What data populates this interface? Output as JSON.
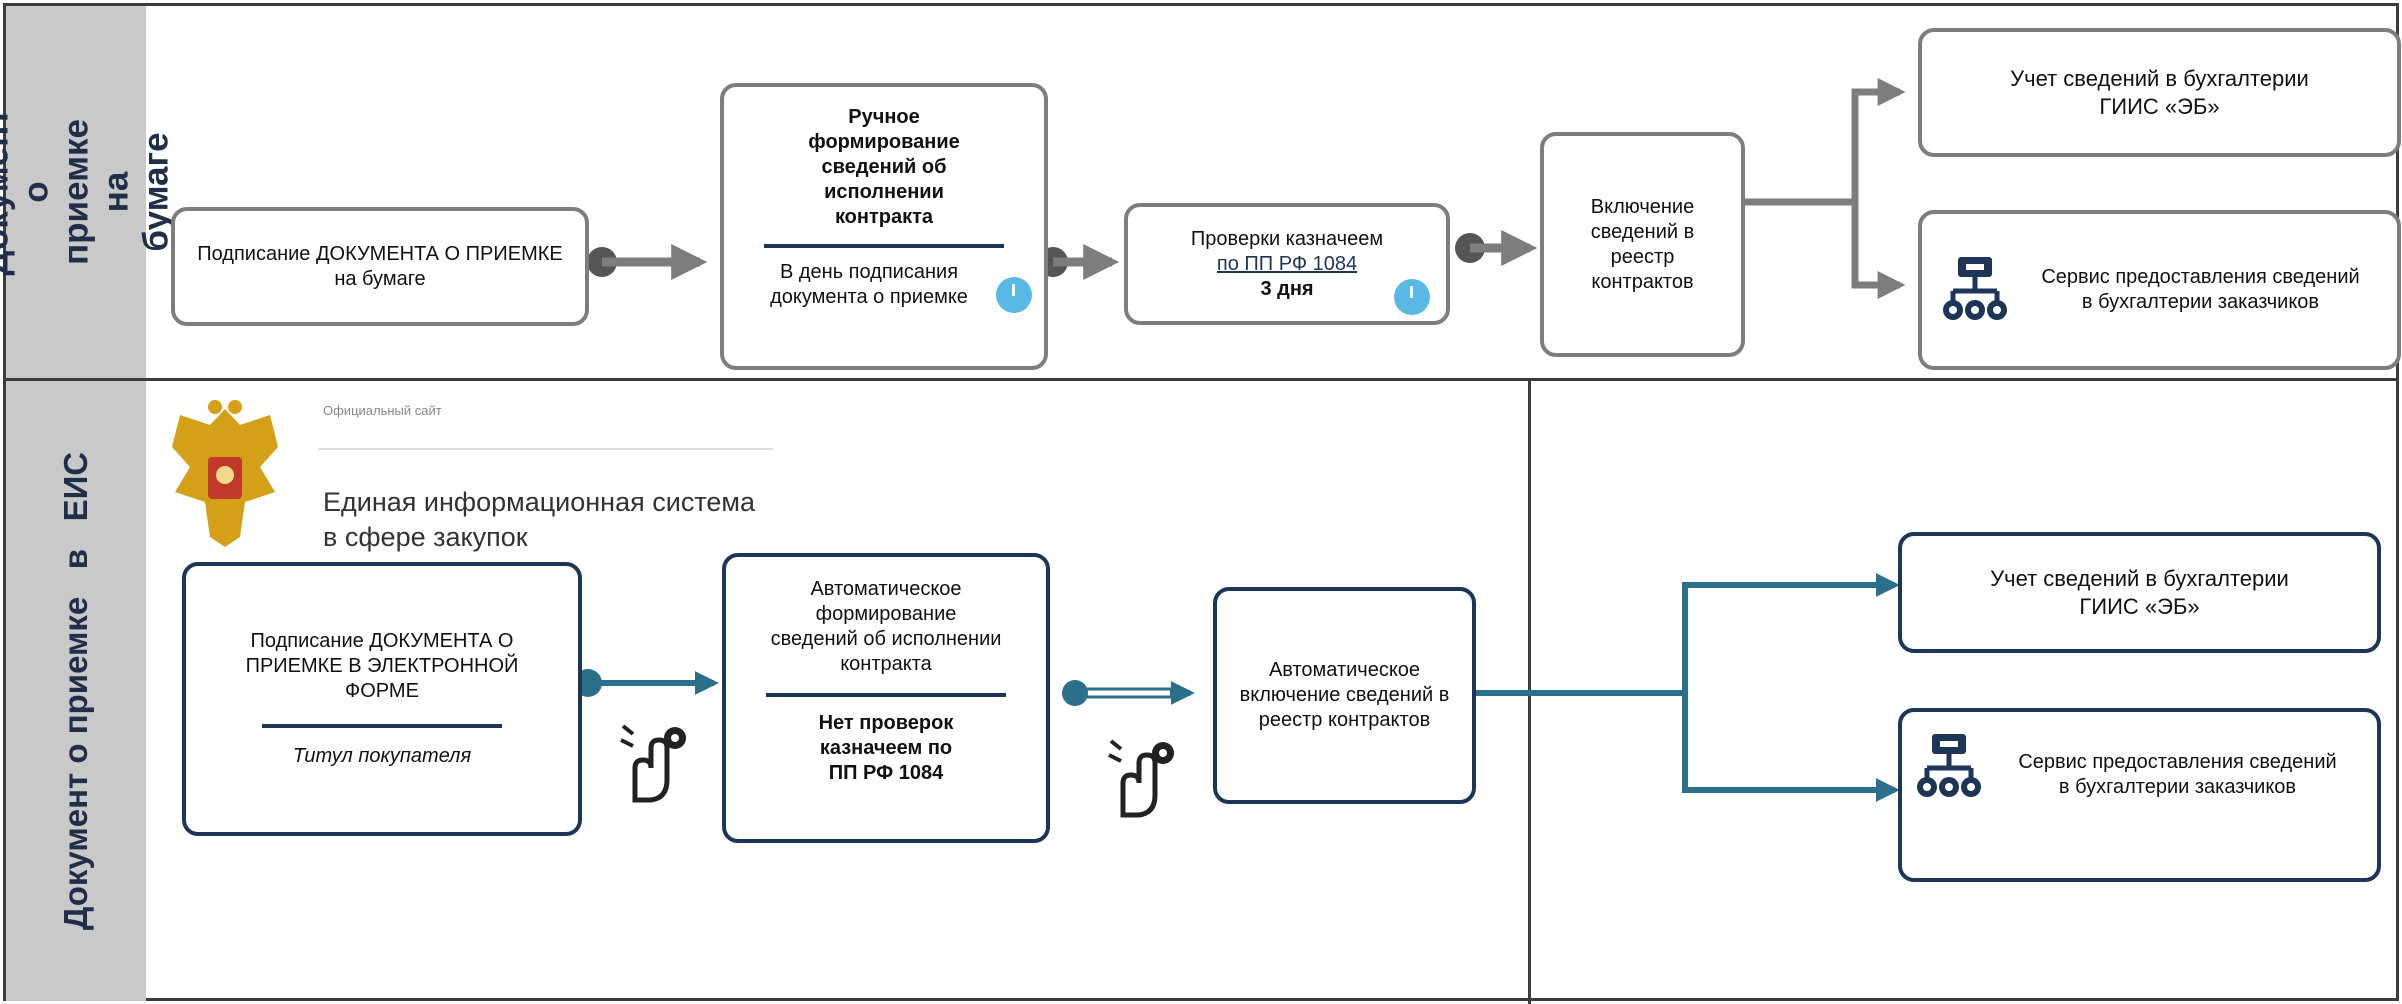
{
  "lanes": {
    "paper": "Документ о приемке на бумаге",
    "eis": "Документ о приемке   в   ЕИС"
  },
  "paper": {
    "sign": "Подписание ДОКУМЕНТА О ПРИЕМКЕ на бумаге",
    "manual": "Ручное формирование сведений об исполнении контракта",
    "manual_note": "В день подписания документа о приемке",
    "check": "Проверки казначеем",
    "check_ref": "по ПП РФ 1084",
    "check_days": "3 дня",
    "include": "Включение сведений в реестр контрактов",
    "accounting": "Учет сведений в бухгалтерии ГИИС «ЭБ»",
    "service": "Сервис предоставления сведений в бухгалтерии заказчиков"
  },
  "eis": {
    "site_small": "Официальный сайт",
    "site_title_1": "Единая информационная система",
    "site_title_2": "в сфере закупок",
    "sign": "Подписание ДОКУМЕНТА О ПРИЕМКЕ В ЭЛЕКТРОННОЙ ФОРМЕ",
    "sign_note": "Титул покупателя",
    "auto_form": "Автоматическое формирование сведений об исполнении контракта",
    "auto_form_note": "Нет проверок казначеем по ПП РФ 1084",
    "auto_include": "Автоматическое включение сведений в реестр контрактов",
    "accounting": "Учет сведений в бухгалтерии ГИИС «ЭБ»",
    "service": "Сервис предоставления сведений в бухгалтерии заказчиков"
  },
  "colors": {
    "grey": "#7d7d7d",
    "navy": "#1d3557",
    "teal": "#2c6f8a",
    "lane": "#c9c9c9",
    "clock": "#59b8e6"
  },
  "icons": [
    "clock-icon",
    "network-service-icon",
    "touch-sign-icon",
    "coat-of-arms-logo"
  ]
}
